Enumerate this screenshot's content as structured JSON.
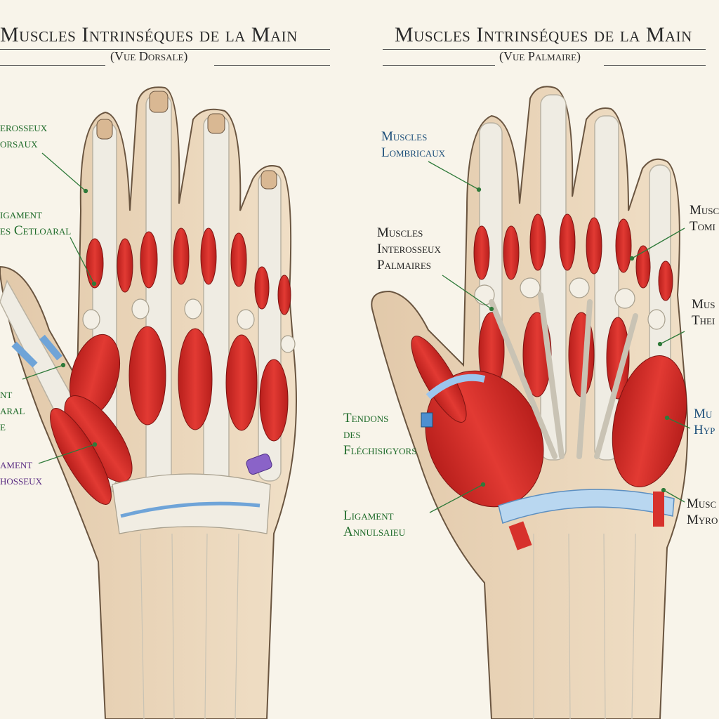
{
  "panels": [
    {
      "title": "Muscles Intrinséques de la Main",
      "subtitle": "(Vue Dorsale)",
      "labels": [
        {
          "text": "erosseux\norsaux"
        },
        {
          "text": "igament\nes Cetloaral"
        },
        {
          "text": "nt\naral\ne"
        },
        {
          "text": "ament\nhosseux"
        }
      ]
    },
    {
      "title": "Muscles Intrinséques de la Main",
      "subtitle": "(Vue Palmaire)",
      "labels": [
        {
          "text": "Muscles\nLombricaux"
        },
        {
          "text": "Muscles\nInterosseux\nPalmaires"
        },
        {
          "text": "Tendons\ndes\nFléchisigyors"
        },
        {
          "text": "Ligament\nAnnulsaieu"
        },
        {
          "text": "Musc\nTomi"
        },
        {
          "text": "Mus\nThei"
        },
        {
          "text": "Mu\nHyp"
        },
        {
          "text": "Musc\nMyro"
        }
      ]
    }
  ],
  "colors": {
    "muscle": "#d7322c",
    "bone": "#ece8dc",
    "skin": "#e7d2b6",
    "tendon_blue": "#8fb9e0",
    "ligament_purple": "#8a63c8",
    "label_green": "#1f6b2a",
    "label_blue": "#1d4f7a",
    "label_purple": "#5a2c83"
  }
}
